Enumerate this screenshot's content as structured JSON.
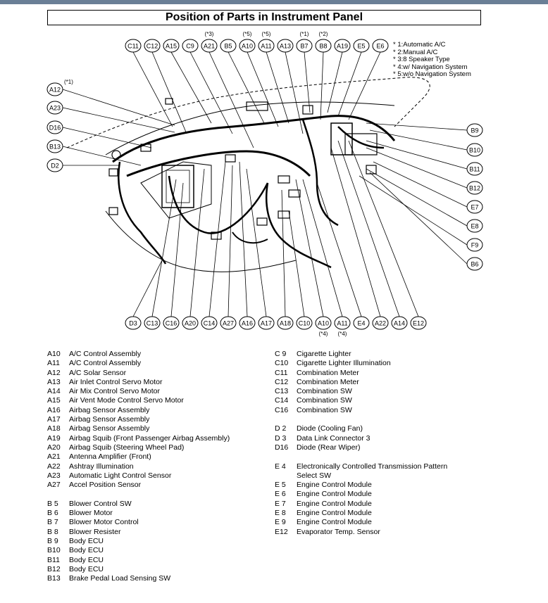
{
  "title": "Position of Parts in Instrument Panel",
  "notes": [
    "* 1:Automatic A/C",
    "* 2:Manual A/C",
    "* 3:8 Speaker Type",
    "* 4:w/ Navigation System",
    "* 5:w/o Navigation System"
  ],
  "top_labels": [
    {
      "id": "C11",
      "sup": ""
    },
    {
      "id": "C12",
      "sup": ""
    },
    {
      "id": "A15",
      "sup": ""
    },
    {
      "id": "C9",
      "sup": ""
    },
    {
      "id": "A21",
      "sup": "(*3)"
    },
    {
      "id": "B5",
      "sup": ""
    },
    {
      "id": "A10",
      "sup": "(*5)"
    },
    {
      "id": "A11",
      "sup": "(*5)"
    },
    {
      "id": "A13",
      "sup": ""
    },
    {
      "id": "B7",
      "sup": "(*1)"
    },
    {
      "id": "B8",
      "sup": "(*2)"
    },
    {
      "id": "A19",
      "sup": ""
    },
    {
      "id": "E5",
      "sup": ""
    },
    {
      "id": "E6",
      "sup": ""
    }
  ],
  "left_labels": [
    {
      "id": "A12",
      "sup": "(*1)"
    },
    {
      "id": "A23",
      "sup": ""
    },
    {
      "id": "D16",
      "sup": ""
    },
    {
      "id": "B13",
      "sup": ""
    },
    {
      "id": "D2",
      "sup": ""
    }
  ],
  "right_labels": [
    "B9",
    "B10",
    "B11",
    "B12",
    "E7",
    "E8",
    "F9",
    "B6"
  ],
  "bottom_labels": [
    {
      "id": "D3",
      "sub": ""
    },
    {
      "id": "C13",
      "sub": ""
    },
    {
      "id": "C16",
      "sub": ""
    },
    {
      "id": "A20",
      "sub": ""
    },
    {
      "id": "C14",
      "sub": ""
    },
    {
      "id": "A27",
      "sub": ""
    },
    {
      "id": "A16",
      "sub": ""
    },
    {
      "id": "A17",
      "sub": ""
    },
    {
      "id": "A18",
      "sub": ""
    },
    {
      "id": "C10",
      "sub": ""
    },
    {
      "id": "A10",
      "sub": "(*4)"
    },
    {
      "id": "A11",
      "sub": "(*4)"
    },
    {
      "id": "E4",
      "sub": ""
    },
    {
      "id": "A22",
      "sub": ""
    },
    {
      "id": "A14",
      "sub": ""
    },
    {
      "id": "E12",
      "sub": ""
    }
  ],
  "legend_left": [
    {
      "code": "A10",
      "name": "A/C Control Assembly"
    },
    {
      "code": "A11",
      "name": "A/C Control Assembly"
    },
    {
      "code": "A12",
      "name": "A/C Solar Sensor"
    },
    {
      "code": "A13",
      "name": "Air Inlet Control Servo Motor"
    },
    {
      "code": "A14",
      "name": "Air Mix Control Servo Motor"
    },
    {
      "code": "A15",
      "name": "Air Vent Mode Control Servo Motor"
    },
    {
      "code": "A16",
      "name": "Airbag Sensor Assembly"
    },
    {
      "code": "A17",
      "name": "Airbag Sensor Assembly"
    },
    {
      "code": "A18",
      "name": "Airbag Sensor Assembly"
    },
    {
      "code": "A19",
      "name": "Airbag Squib (Front Passenger Airbag Assembly)"
    },
    {
      "code": "A20",
      "name": "Airbag Squib (Steering Wheel Pad)"
    },
    {
      "code": "A21",
      "name": "Antenna Amplifier (Front)"
    },
    {
      "code": "A22",
      "name": "Ashtray Illumination"
    },
    {
      "code": "A23",
      "name": "Automatic Light Control Sensor"
    },
    {
      "code": "A27",
      "name": "Accel Position Sensor"
    },
    {
      "code": "",
      "name": ""
    },
    {
      "code": "B 5",
      "name": "Blower Control SW"
    },
    {
      "code": "B 6",
      "name": "Blower Motor"
    },
    {
      "code": "B 7",
      "name": "Blower Motor Control"
    },
    {
      "code": "B 8",
      "name": "Blower Resister"
    },
    {
      "code": "B 9",
      "name": "Body ECU"
    },
    {
      "code": "B10",
      "name": "Body ECU"
    },
    {
      "code": "B11",
      "name": "Body ECU"
    },
    {
      "code": "B12",
      "name": "Body ECU"
    },
    {
      "code": "B13",
      "name": "Brake Pedal Load Sensing SW"
    }
  ],
  "legend_right": [
    {
      "code": "C 9",
      "name": "Cigarette Lighter"
    },
    {
      "code": "C10",
      "name": "Cigarette Lighter Illumination"
    },
    {
      "code": "C11",
      "name": "Combination Meter"
    },
    {
      "code": "C12",
      "name": "Combination Meter"
    },
    {
      "code": "C13",
      "name": "Combination SW"
    },
    {
      "code": "C14",
      "name": "Combination SW"
    },
    {
      "code": "C16",
      "name": "Combination SW"
    },
    {
      "code": "",
      "name": ""
    },
    {
      "code": "D 2",
      "name": "Diode (Cooling Fan)"
    },
    {
      "code": "D 3",
      "name": "Data Link Connector 3"
    },
    {
      "code": "D16",
      "name": "Diode (Rear Wiper)"
    },
    {
      "code": "",
      "name": ""
    },
    {
      "code": "E 4",
      "name": "Electronically Controlled Transmission Pattern"
    },
    {
      "code": "",
      "name": "Select SW"
    },
    {
      "code": "E 5",
      "name": "Engine Control Module"
    },
    {
      "code": "E 6",
      "name": "Engine Control Module"
    },
    {
      "code": "E 7",
      "name": "Engine Control Module"
    },
    {
      "code": "E 8",
      "name": "Engine Control Module"
    },
    {
      "code": "E 9",
      "name": "Engine Control Module"
    },
    {
      "code": "E12",
      "name": "Evaporator Temp. Sensor"
    }
  ]
}
